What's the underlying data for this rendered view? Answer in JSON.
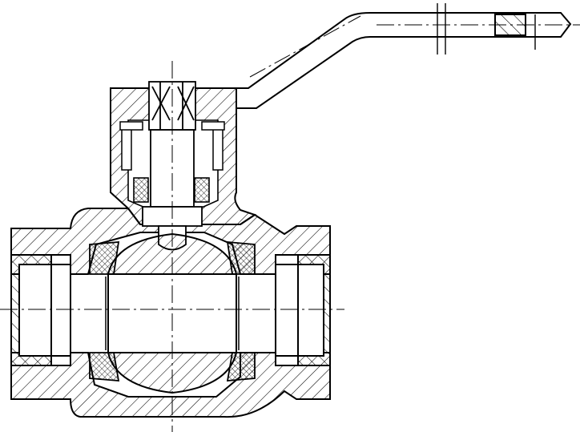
{
  "drawing": {
    "subject": "ball-valve-sectional-view",
    "style": "engineering-line-drawing",
    "colors": {
      "line": "#000000",
      "paper": "#ffffff"
    },
    "hatching": "diagonal-45",
    "seal_fill": "crosshatch"
  },
  "parts": [
    "valve-body",
    "stem",
    "handle-lever",
    "ball",
    "ball-bore",
    "seat-rings",
    "gland-packing",
    "inlet-end-connection",
    "outlet-end-connection",
    "centerlines"
  ]
}
